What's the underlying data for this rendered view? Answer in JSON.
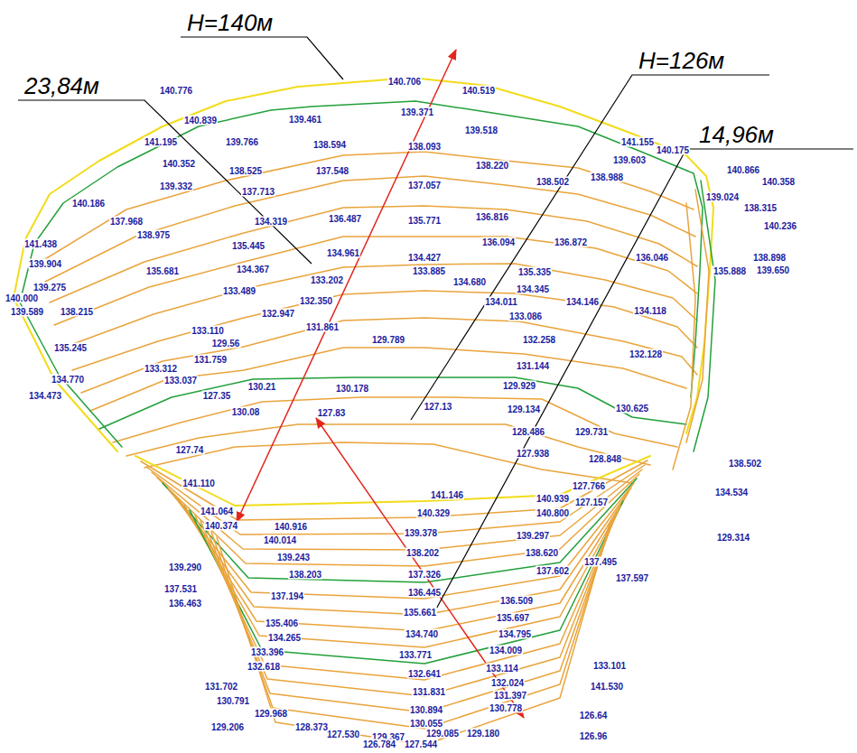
{
  "diagram": {
    "labels": [
      "H=140м",
      "H=126м",
      "23,84м",
      "14,96м",
      "140.776",
      "140.706",
      "140.519",
      "140.839",
      "139.461",
      "139.371",
      "139.518",
      "141.195",
      "139.766",
      "138.594",
      "138.093",
      "141.155",
      "140.175",
      "140.352",
      "138.525",
      "137.548",
      "138.220",
      "139.603",
      "140.866",
      "140.358",
      "139.332",
      "137.713",
      "137.057",
      "138.502",
      "138.988",
      "139.024",
      "140.186",
      "136.487",
      "136.816",
      "138.315",
      "140.236",
      "137.968",
      "134.319",
      "135.771",
      "141.438",
      "138.975",
      "136.094",
      "136.872",
      "135.445",
      "134.961",
      "134.427",
      "136.046",
      "138.898",
      "139.650",
      "139.904",
      "139.275",
      "135.681",
      "134.367",
      "133.202",
      "133.885",
      "134.680",
      "135.335",
      "135.888",
      "140.000",
      "139.589",
      "138.215",
      "133.489",
      "134.345",
      "134.011",
      "134.146",
      "132.350",
      "132.947",
      "133.086",
      "134.118",
      "133.110",
      "131.861",
      "129.56",
      "129.789",
      "132.258",
      "132.128",
      "131.759",
      "131.144",
      "133.312",
      "133.037",
      "130.21",
      "130.178",
      "129.929",
      "127.35",
      "130.625",
      "130.08",
      "127.83",
      "127.13",
      "129.134",
      "128.486",
      "129.731",
      "127.74",
      "127.938",
      "128.848",
      "127.766",
      "127.157",
      "135.245",
      "134.770",
      "134.473",
      "138.502",
      "134.534",
      "129.314",
      "141.110",
      "141.064",
      "140.374",
      "140.916",
      "141.146",
      "140.939",
      "140.800",
      "140.329",
      "140.014",
      "139.243",
      "139.378",
      "139.297",
      "138.620",
      "138.203",
      "138.202",
      "137.602",
      "137.495",
      "137.597",
      "137.326",
      "137.194",
      "136.445",
      "136.509",
      "135.697",
      "135.406",
      "135.661",
      "134.740",
      "134.795",
      "134.009",
      "134.265",
      "133.396",
      "133.771",
      "133.101",
      "133.114",
      "132.618",
      "132.641",
      "132.024",
      "131.702",
      "130.791",
      "131.831",
      "131.397",
      "130.894",
      "130.778",
      "129.968",
      "130.055",
      "129.206",
      "129.085",
      "129.180",
      "129.367",
      "127.544",
      "126.784",
      "127.530",
      "128.373",
      "126.64",
      "126.96",
      "141.530",
      "139.290",
      "137.531",
      "136.463"
    ]
  }
}
